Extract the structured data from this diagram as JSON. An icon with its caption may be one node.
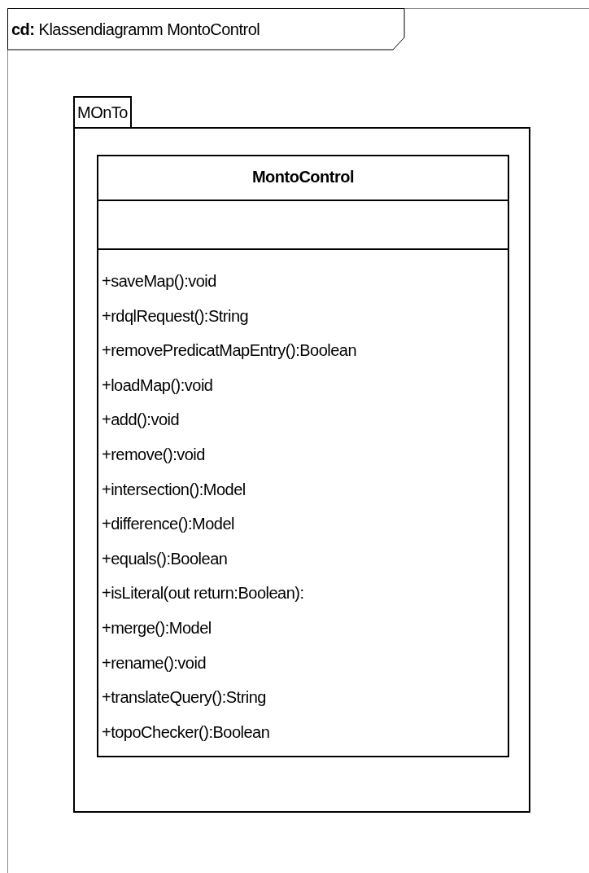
{
  "diagram": {
    "nodes": [
      {
        "text": [
          "**cd:** Klassendiagramm MontoControl"
        ]
      },
      {
        "text": [
          "MOnTo"
        ],
        "in": 0
      },
      {
        "text": [
          "MontoControl",
          "+saveMap():void",
          "+rdqlRequest():String",
          "+removePredicatMapEntry():Boolean",
          "+loadMap():void",
          "+add():void",
          "+remove():void",
          "+intersection():Model",
          "+difference():Model",
          "+equals():Boolean",
          "+isLiteral(out return:Boolean):",
          "+merge():Model",
          "+rename():void",
          "+translateQuery():String",
          "+topoChecker():Boolean"
        ],
        "in": 1
      }
    ]
  }
}
